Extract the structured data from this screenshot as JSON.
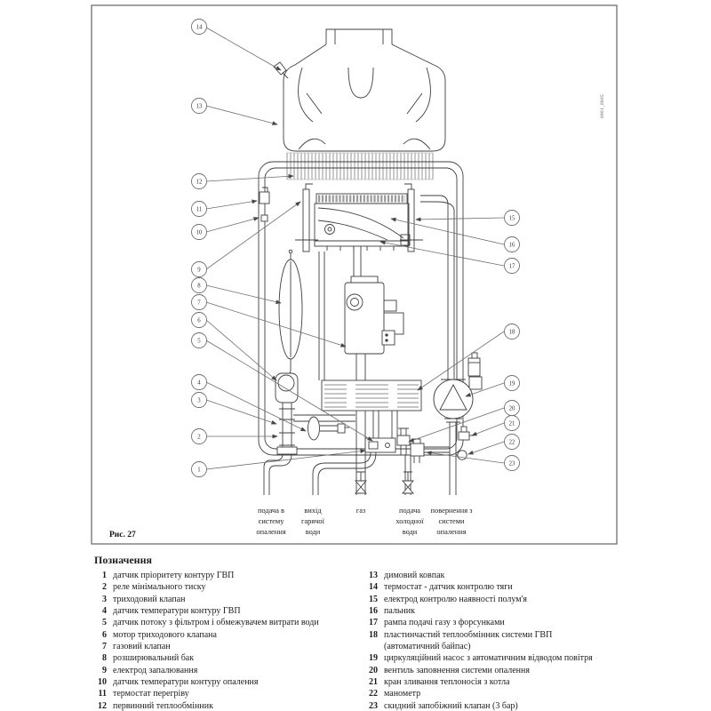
{
  "figure": {
    "caption": "Рис. 27",
    "code": "0901_0805",
    "callouts": [
      "1",
      "2",
      "3",
      "4",
      "5",
      "6",
      "7",
      "8",
      "9",
      "10",
      "11",
      "12",
      "13",
      "14",
      "15",
      "16",
      "17",
      "18",
      "19",
      "20",
      "21",
      "22",
      "23"
    ],
    "pipe_labels": [
      {
        "l1": "подача в",
        "l2": "систему",
        "l3": "опалення"
      },
      {
        "l1": "вихід",
        "l2": "гарячої",
        "l3": "води"
      },
      {
        "l1": "газ"
      },
      {
        "l1": "подача",
        "l2": "холодної",
        "l3": "води"
      },
      {
        "l1": "повернення з",
        "l2": "системи",
        "l3": "опалення"
      }
    ]
  },
  "legend": {
    "title": "Позначення",
    "left": [
      {
        "n": "1",
        "text": "датчик пріоритету контуру ГВП"
      },
      {
        "n": "2",
        "text": "реле мінімального тиску"
      },
      {
        "n": "3",
        "text": "триходовий клапан"
      },
      {
        "n": "4",
        "text": "датчик температури контуру ГВП"
      },
      {
        "n": "5",
        "text": "датчик потоку з фільтром і обмежувачем витрати води"
      },
      {
        "n": "6",
        "text": "мотор триходового клапана"
      },
      {
        "n": "7",
        "text": "газовий клапан"
      },
      {
        "n": "8",
        "text": "розширювальний бак"
      },
      {
        "n": "9",
        "text": "електрод запалювання"
      },
      {
        "n": "10",
        "text": "датчик температури контуру опалення"
      },
      {
        "n": "11",
        "text": "термостат перегріву"
      },
      {
        "n": "12",
        "text": "первинний теплообмінник"
      }
    ],
    "right": [
      {
        "n": "13",
        "text": "димовий ковпак"
      },
      {
        "n": "14",
        "text": "термостат - датчик контролю тяги"
      },
      {
        "n": "15",
        "text": "електрод контролю наявності полум'я"
      },
      {
        "n": "16",
        "text": "пальник"
      },
      {
        "n": "17",
        "text": "рампа подачі газу з форсунками"
      },
      {
        "n": "18",
        "text": "пластинчастий теплообмінник системи ГВП"
      },
      {
        "n": "",
        "text": "(автоматичний байпас)"
      },
      {
        "n": "19",
        "text": "циркуляційний насос з автоматичним відводом повітря"
      },
      {
        "n": "20",
        "text": "вентиль заповнення системи опалення"
      },
      {
        "n": "21",
        "text": "кран зливання теплоносія з котла"
      },
      {
        "n": "22",
        "text": "манометр"
      },
      {
        "n": "23",
        "text": "скидний запобіжний клапан (3 бар)"
      }
    ]
  }
}
